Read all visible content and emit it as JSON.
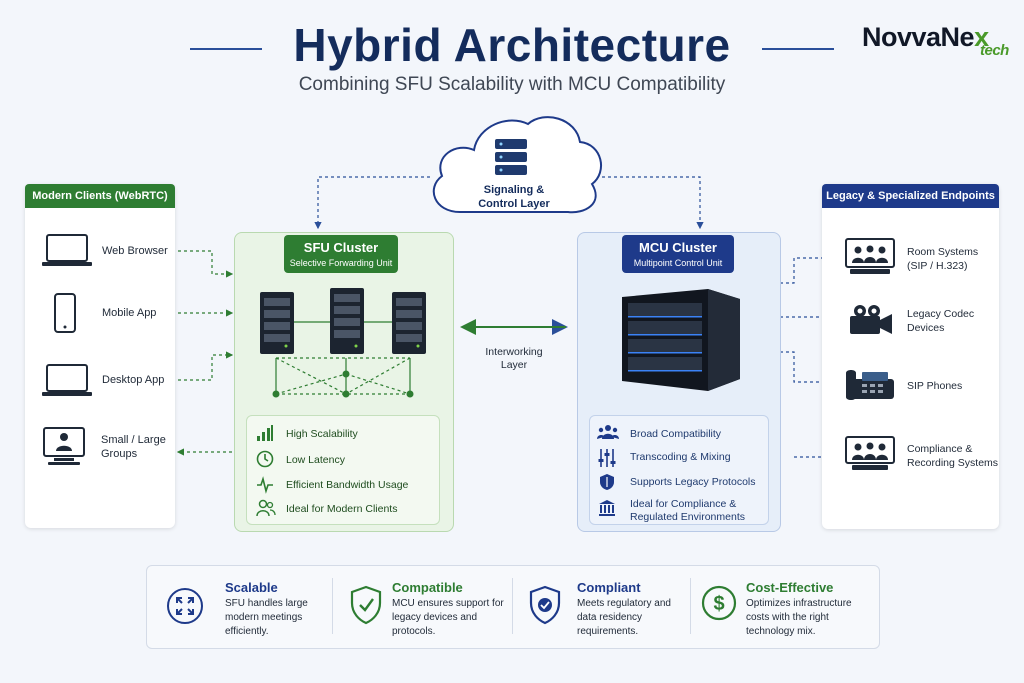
{
  "header": {
    "title": "Hybrid Architecture",
    "subtitle": "Combining SFU Scalability with MCU Compatibility",
    "logo_main": "NovvaNe",
    "logo_x": "x",
    "logo_tech": "tech"
  },
  "cloud": {
    "label_line1": "Signaling &",
    "label_line2": "Control Layer"
  },
  "interworking": {
    "line1": "Interworking",
    "line2": "Layer"
  },
  "modern_clients": {
    "title": "Modern Clients (WebRTC)",
    "items": [
      {
        "label": "Web Browser",
        "icon": "laptop-icon"
      },
      {
        "label": "Mobile App",
        "icon": "phone-icon"
      },
      {
        "label": "Desktop App",
        "icon": "laptop-icon"
      },
      {
        "label_line1": "Small / Large",
        "label_line2": "Groups",
        "icon": "group-call-icon"
      }
    ]
  },
  "legacy": {
    "title": "Legacy & Specialized Endpoints",
    "items": [
      {
        "label_line1": "Room Systems",
        "label_line2": "(SIP / H.323)",
        "icon": "room-system-icon"
      },
      {
        "label_line1": "Legacy Codec",
        "label_line2": "Devices",
        "icon": "camera-icon"
      },
      {
        "label_line1": "SIP Phones",
        "label_line2": "",
        "icon": "desk-phone-icon"
      },
      {
        "label_line1": "Compliance &",
        "label_line2": "Recording Systems",
        "icon": "recording-screen-icon"
      }
    ]
  },
  "sfu": {
    "title": "SFU Cluster",
    "subtitle": "Selective Forwarding Unit",
    "features": [
      "High Scalability",
      "Low Latency",
      "Efficient Bandwidth Usage",
      "Ideal for Modern Clients"
    ]
  },
  "mcu": {
    "title": "MCU Cluster",
    "subtitle": "Multipoint Control Unit",
    "features": [
      "Broad Compatibility",
      "Transcoding & Mixing",
      "Supports Legacy Protocols"
    ],
    "feature4_line1": "Ideal for Compliance &",
    "feature4_line2": "Regulated Environments"
  },
  "bottom": [
    {
      "title": "Scalable",
      "lines": [
        "SFU handles large",
        "modern meetings",
        "efficiently."
      ],
      "color": "#1f3a8a"
    },
    {
      "title": "Compatible",
      "lines": [
        "MCU ensures support for",
        "legacy devices and",
        "protocols."
      ],
      "color": "#2e7d32"
    },
    {
      "title": "Compliant",
      "lines": [
        "Meets regulatory and",
        "data residency",
        "requirements."
      ],
      "color": "#1f3a8a"
    },
    {
      "title": "Cost-Effective",
      "lines": [
        "Optimizes infrastructure",
        "costs with the right",
        "technology mix."
      ],
      "color": "#2e7d32"
    }
  ],
  "colors": {
    "navy": "#142c5c",
    "blue": "#1e3a8a",
    "green": "#2e7d32",
    "light_green": "#e9f4e6",
    "light_blue": "#e6eef9"
  }
}
